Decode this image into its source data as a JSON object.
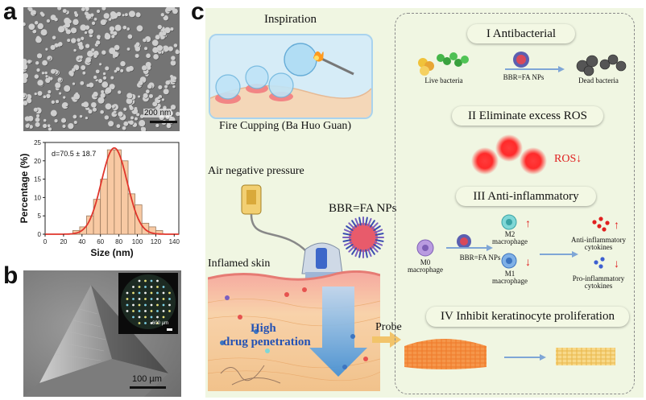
{
  "panel_a": {
    "letter": "a",
    "scalebar": "200 nm",
    "chart_data": {
      "type": "bar",
      "xlabel": "Size (nm)",
      "ylabel": "Percentage (%)",
      "annotation": "d=70.5 ± 18.7",
      "xlim": [
        0,
        145
      ],
      "ylim": [
        0,
        25
      ],
      "xticks": [
        0,
        20,
        40,
        60,
        80,
        100,
        120,
        140
      ],
      "yticks": [
        0,
        5,
        10,
        15,
        20,
        25
      ],
      "bin_width": 7.5,
      "x": [
        33.75,
        41.25,
        48.75,
        56.25,
        63.75,
        71.25,
        78.75,
        86.25,
        93.75,
        101.25,
        108.75,
        116.25,
        123.75
      ],
      "values": [
        1,
        2,
        5,
        9.5,
        15,
        23,
        23,
        20,
        11,
        8,
        3,
        2,
        1
      ],
      "fit": {
        "type": "gaussian",
        "mean": 75,
        "sd": 14,
        "peak": 23.5
      },
      "colors": {
        "bar": "#f8c9a3",
        "bar_edge": "#9b7a5e",
        "fit": "#e0352b"
      }
    }
  },
  "panel_b": {
    "letter": "b",
    "scalebar": "100 µm",
    "inset_scalebar": "600 µm"
  },
  "panel_c": {
    "letter": "c",
    "inspiration": "Inspiration",
    "fire_cupping": "Fire Cupping (Ba Huo Guan)",
    "air_pressure": "Air negative pressure",
    "np_label": "BBR=FA NPs",
    "inflamed": "Inflamed skin",
    "high": "High",
    "drug_pen": "drug penetration",
    "probe": "Probe",
    "sections": {
      "s1": "I  Antibacterial",
      "s2": "II  Eliminate excess ROS",
      "s3": "III  Anti-inflammatory",
      "s4": "IV  Inhibit keratinocyte proliferation"
    },
    "live": "Live bacteria",
    "dead": "Dead bacteria",
    "np_small": "BBR=FA NPs",
    "ros": "ROS↓",
    "m0": "M0\nmacrophage",
    "m2": "M2\nmacrophage",
    "m1": "M1\nmacrophage",
    "anti": "Anti-inflammatory\ncytokines",
    "pro": "Pro-inflammatory\ncytokines",
    "colors": {
      "accent": "#e02020",
      "arrow": "#7fa6d6",
      "panel_bg": "#f0f6e2"
    }
  }
}
